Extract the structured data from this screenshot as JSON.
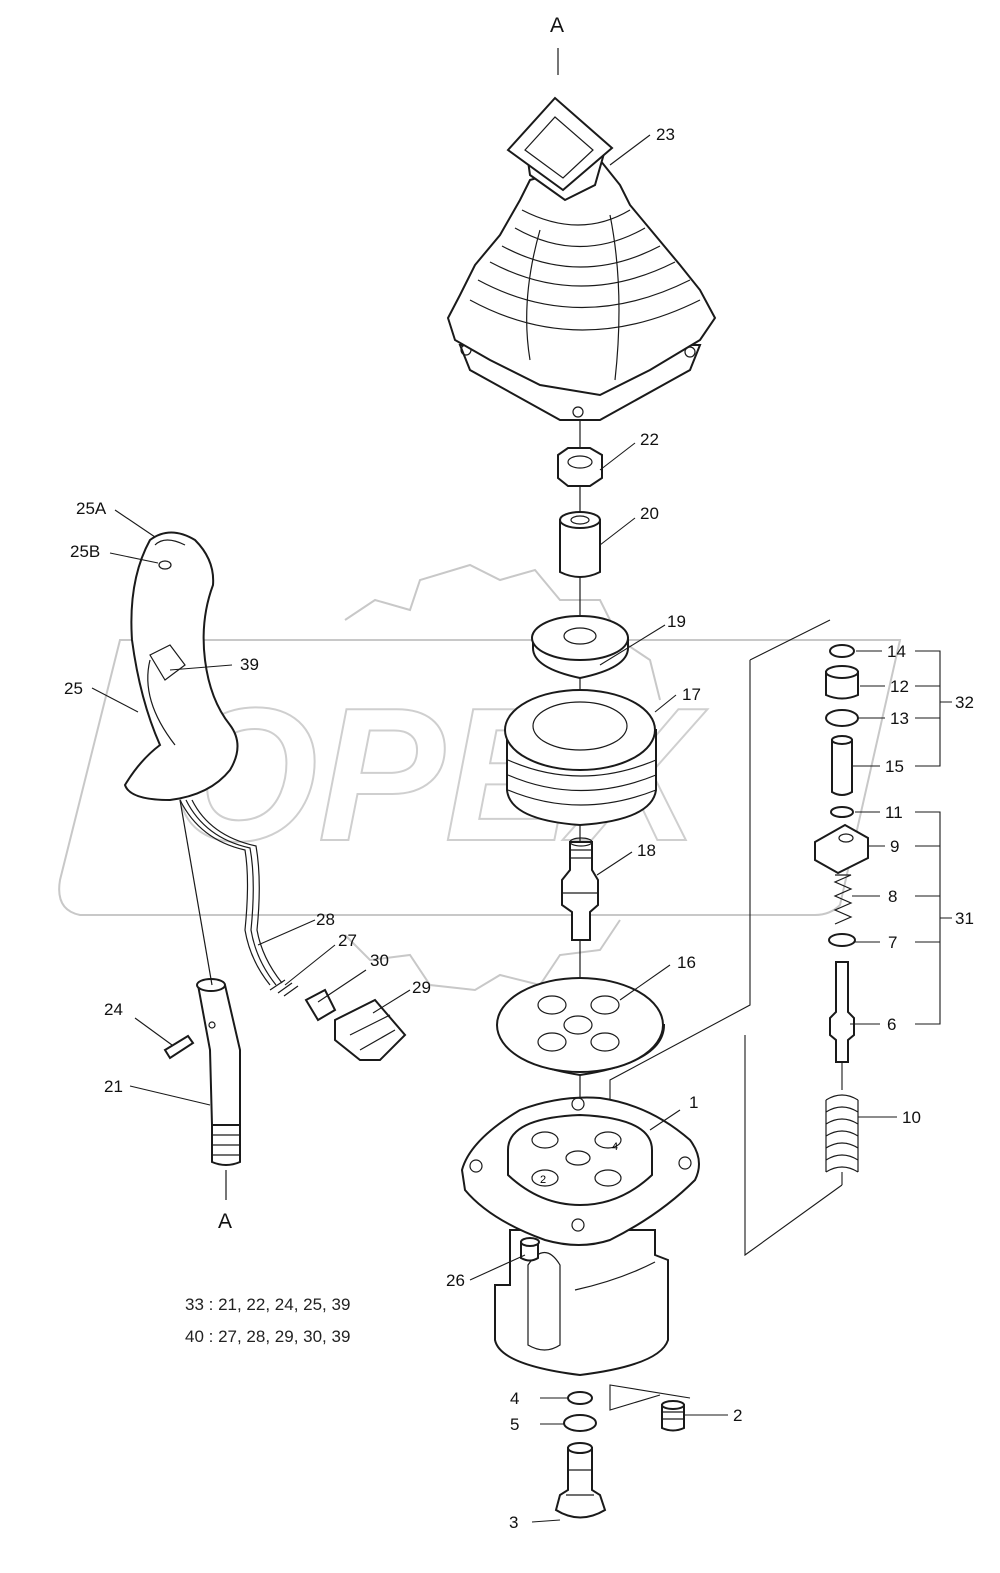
{
  "watermark": {
    "text": "OPEX"
  },
  "section_marks": {
    "top": "A",
    "bottom": "A"
  },
  "callouts": {
    "c1": "1",
    "c2": "2",
    "c3": "3",
    "c4": "4",
    "c5": "5",
    "c6": "6",
    "c7": "7",
    "c8": "8",
    "c9": "9",
    "c10": "10",
    "c11": "11",
    "c12": "12",
    "c13": "13",
    "c14": "14",
    "c15": "15",
    "c16": "16",
    "c17": "17",
    "c18": "18",
    "c19": "19",
    "c20": "20",
    "c21": "21",
    "c22": "22",
    "c23": "23",
    "c24": "24",
    "c25": "25",
    "c25a": "25A",
    "c25b": "25B",
    "c26": "26",
    "c27": "27",
    "c28": "28",
    "c29": "29",
    "c30": "30",
    "c31": "31",
    "c32": "32",
    "c39": "39"
  },
  "kits": [
    "33 : 21, 22, 24, 25, 39",
    "40 : 27, 28, 29, 30, 39"
  ]
}
